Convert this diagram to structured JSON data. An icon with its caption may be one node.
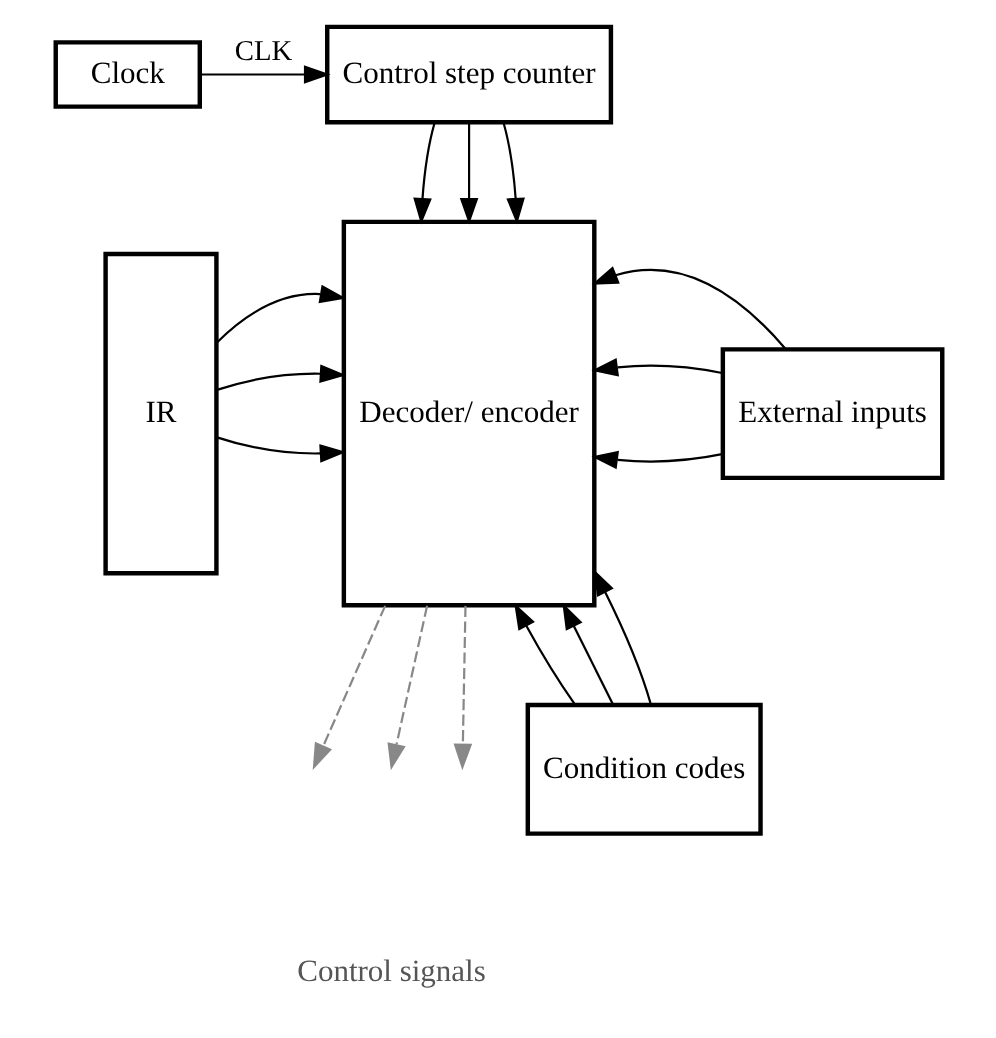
{
  "diagram": {
    "nodes": [
      {
        "text": [
          "Clock"
        ]
      },
      {
        "text": [
          "Control step counter"
        ]
      },
      {
        "text": [
          "IR"
        ]
      },
      {
        "text": [
          "Decoder/ encoder"
        ]
      },
      {
        "text": [
          "External inputs"
        ]
      },
      {
        "text": [
          "Condition codes"
        ]
      }
    ],
    "edges": [
      {
        "from": 0,
        "to": 1,
        "arrow": "to",
        "label": "CLK"
      },
      {
        "from": 1,
        "to": 3,
        "arrow": "to"
      },
      {
        "from": 1,
        "to": 3,
        "arrow": "to"
      },
      {
        "from": 1,
        "to": 3,
        "arrow": "to"
      },
      {
        "from": 2,
        "to": 3,
        "arrow": "to"
      },
      {
        "from": 2,
        "to": 3,
        "arrow": "to"
      },
      {
        "from": 2,
        "to": 3,
        "arrow": "to"
      },
      {
        "from": 4,
        "to": 3,
        "arrow": "to"
      },
      {
        "from": 4,
        "to": 3,
        "arrow": "to"
      },
      {
        "from": 4,
        "to": 3,
        "arrow": "to"
      },
      {
        "from": 5,
        "to": 3,
        "arrow": "to"
      },
      {
        "from": 5,
        "to": 3,
        "arrow": "to"
      },
      {
        "from": 5,
        "to": 3,
        "arrow": "to"
      },
      {
        "from": 3,
        "to": null,
        "arrow": "to",
        "style": "dashed",
        "color": "#888888"
      },
      {
        "from": 3,
        "to": null,
        "arrow": "to",
        "style": "dashed",
        "color": "#888888"
      },
      {
        "from": 3,
        "to": null,
        "arrow": "to",
        "style": "dashed",
        "color": "#888888"
      }
    ],
    "labels": [
      "Control signals"
    ]
  }
}
